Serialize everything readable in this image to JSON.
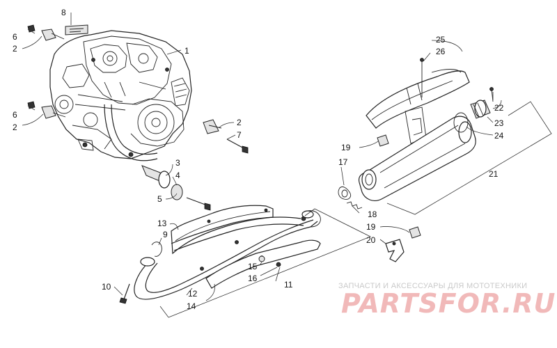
{
  "labels": {
    "l1": "1",
    "l2a": "2",
    "l2b": "2",
    "l2c": "2",
    "l3": "3",
    "l4": "4",
    "l5": "5",
    "l6a": "6",
    "l6b": "6",
    "l7": "7",
    "l8": "8",
    "l9": "9",
    "l10": "10",
    "l11": "11",
    "l12": "12",
    "l13": "13",
    "l14": "14",
    "l15": "15",
    "l16": "16",
    "l17": "17",
    "l18": "18",
    "l19a": "19",
    "l19b": "19",
    "l20": "20",
    "l21": "21",
    "l22": "22",
    "l23": "23",
    "l24": "24",
    "l25": "25",
    "l26": "26"
  },
  "watermark": {
    "caption": "ЗАПЧАСТИ И АКСЕССУАРЫ ДЛЯ МОТОТЕХНИКИ",
    "logo": "PARTSFOR.RU"
  },
  "colors": {
    "watermark_logo": "#f1b9b9",
    "watermark_caption": "#c9c9c9",
    "line_art": "#222222"
  }
}
